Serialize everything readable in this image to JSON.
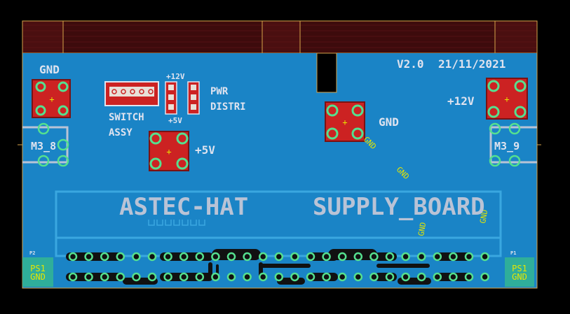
{
  "board": {
    "version": "V2.0",
    "date": "21/11/2021",
    "title_left": "ASTEC-HAT",
    "title_right": "SUPPLY_BOARD"
  },
  "labels": {
    "gnd_top_left": "GND",
    "switch_line1": "SWITCH",
    "switch_line2": "ASSY",
    "plus12_small": "+12V",
    "plus5_small": "+5V",
    "pwr_line1": "PWR",
    "pwr_line2": "DISTRI",
    "gnd_center": "GND",
    "plus12_right": "+12V",
    "plus5_mid": "+5V",
    "m3_left": "M3_8",
    "m3_right": "M3_9",
    "p2": "P2",
    "p1": "P1",
    "ps_left_1": "PS1",
    "ps_left_2": "GND",
    "ps_right_1": "PS1",
    "ps_right_2": "GND"
  },
  "net_labels": [
    "GND",
    "GND",
    "GND",
    "GND"
  ],
  "colors": {
    "board": "#1a84c6",
    "copper_bg": "#4a0f10",
    "pad_red": "#cc2222",
    "pad_ring": "#55e08f",
    "silk": "#dfe3ef",
    "edge": "#d6a44a"
  }
}
